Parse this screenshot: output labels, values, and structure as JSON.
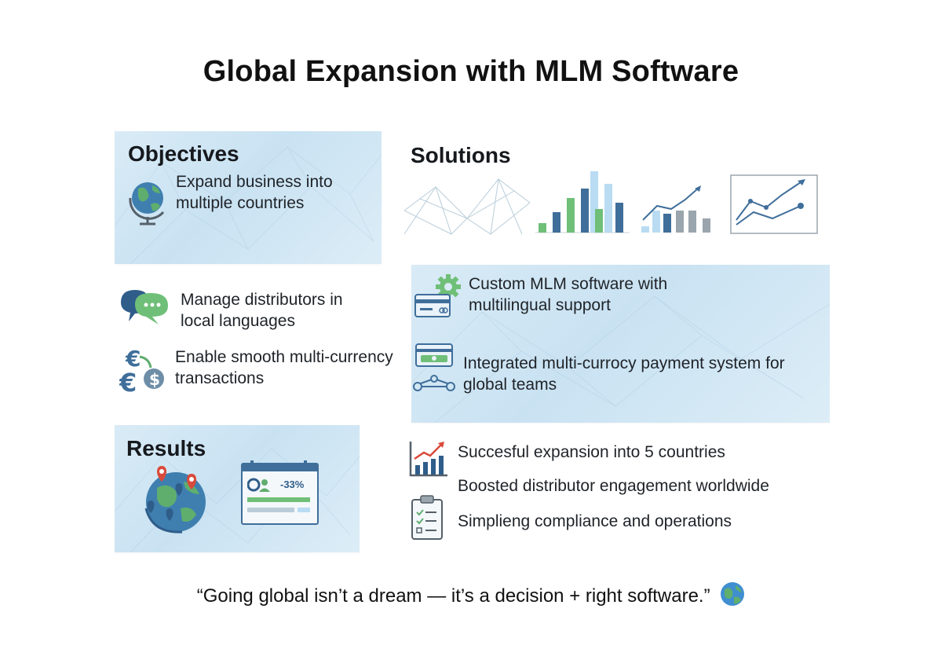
{
  "title": "Global Expansion with MLM Software",
  "objectives": {
    "heading": "Objectives",
    "items": [
      {
        "icon": "globe-icon",
        "text": "Expand business into multiple countries"
      },
      {
        "icon": "chat-bubbles-icon",
        "text": "Manage distributors in local languages"
      },
      {
        "icon": "currency-exchange-icon",
        "text": "Enable smooth multi-currency transactions"
      }
    ]
  },
  "solutions": {
    "heading": "Solutions",
    "items": [
      {
        "icon": "gear-card-icon",
        "text": "Custom MLM software with multilingual support"
      },
      {
        "icon": "payment-network-icon",
        "text": "Integrated multi-currocy payment system for global teams"
      }
    ]
  },
  "results": {
    "heading": "Results",
    "dashboard_badge": "-33%",
    "items": [
      {
        "icon": "growth-chart-icon",
        "text": "Succesful expansion into 5 countries"
      },
      {
        "icon": "",
        "text": "Boosted distributor engagement worldwide"
      },
      {
        "icon": "clipboard-checklist-icon",
        "text": "Simplieng compliance and operations"
      }
    ]
  },
  "quote": "“Going global isn’t a dream — it’s a decision + right software.”",
  "quote_icon": "earth-globe-emoji",
  "colors": {
    "green": "#5fae6e",
    "blue": "#3f6e9a",
    "light_blue": "#b9dcf2",
    "red": "#d94a3a",
    "gray": "#9aa5ad"
  }
}
